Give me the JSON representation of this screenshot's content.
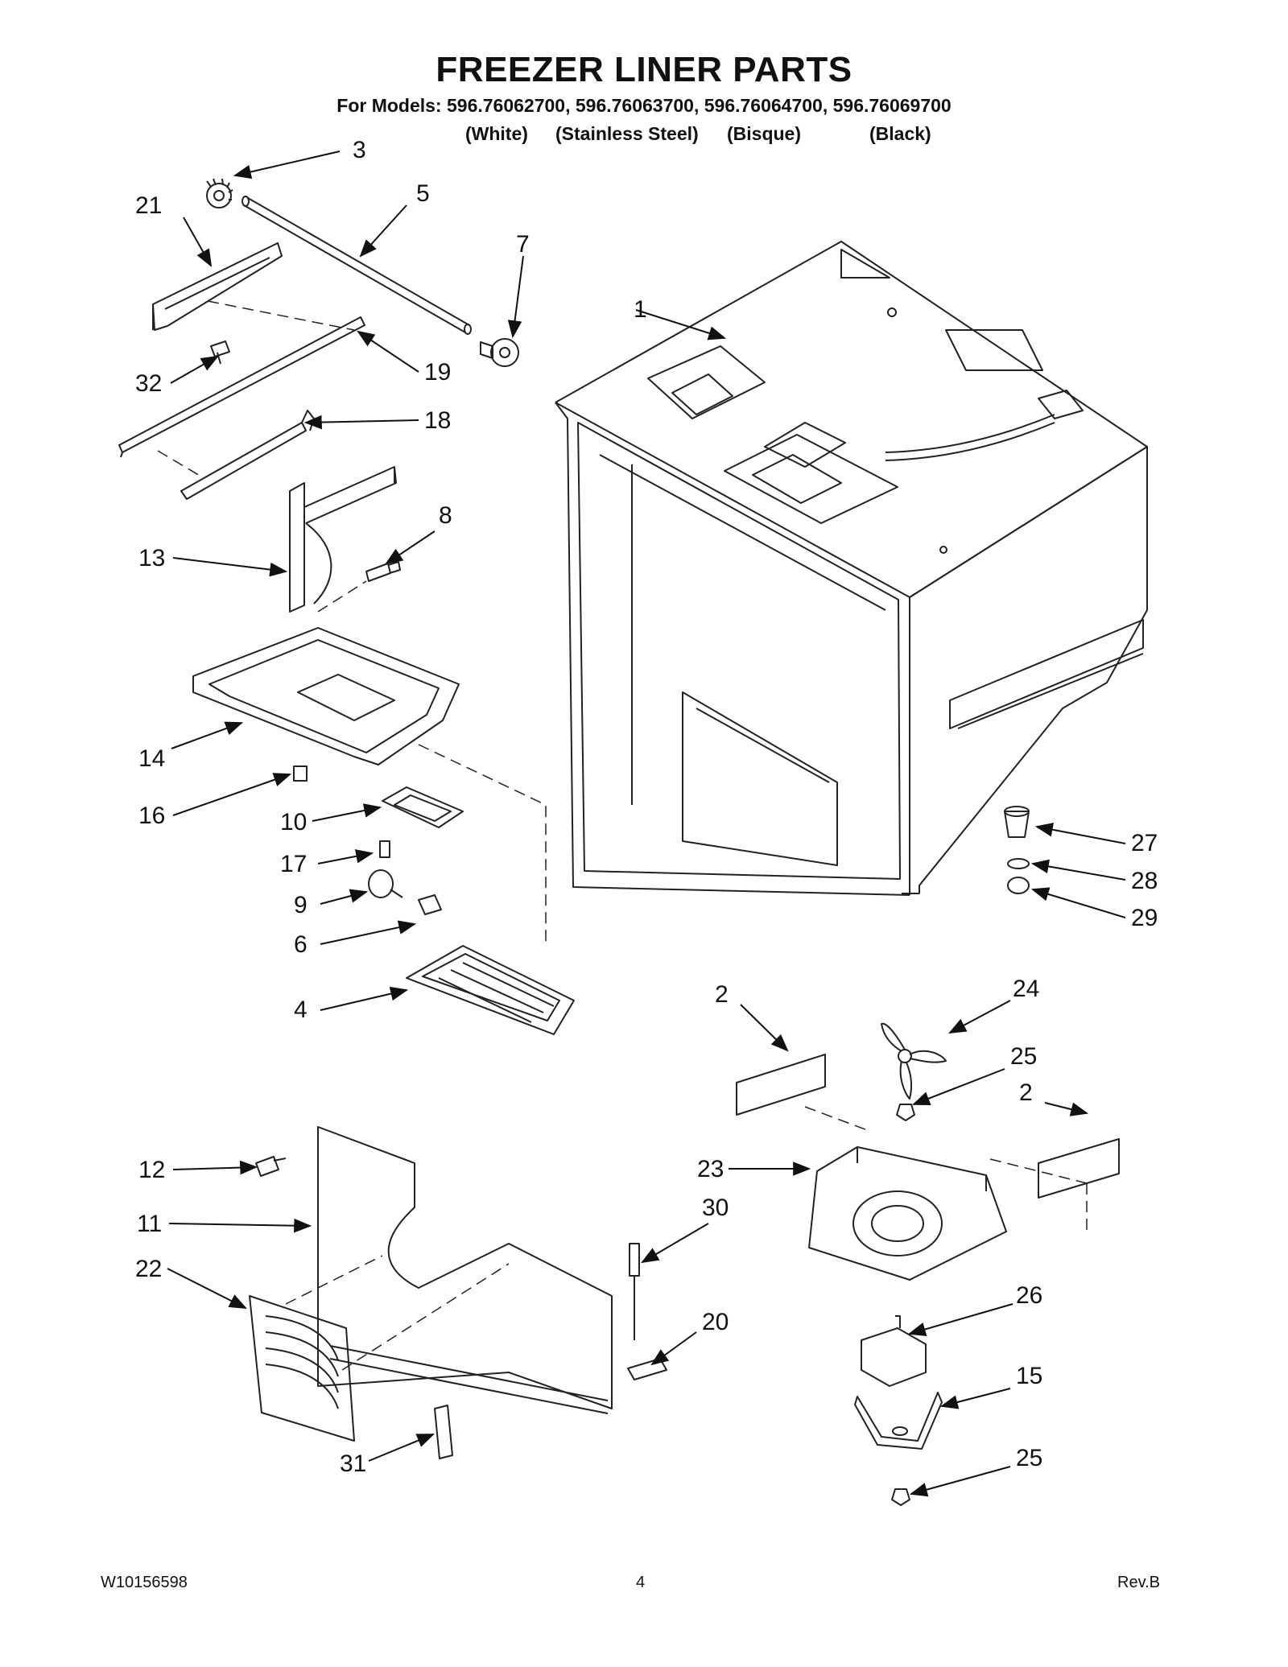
{
  "header": {
    "title": "FREEZER LINER PARTS",
    "models": "For Models: 596.76062700, 596.76063700, 596.76064700, 596.76069700",
    "finishes": [
      "(White)",
      "(Stainless Steel)",
      "(Bisque)",
      "(Black)"
    ]
  },
  "callouts": [
    "1",
    "2",
    "2",
    "3",
    "4",
    "5",
    "6",
    "7",
    "8",
    "9",
    "10",
    "11",
    "12",
    "13",
    "14",
    "15",
    "16",
    "17",
    "18",
    "19",
    "20",
    "21",
    "22",
    "23",
    "24",
    "25",
    "25",
    "26",
    "27",
    "28",
    "29",
    "30",
    "31",
    "32"
  ],
  "footer": {
    "doc_number": "W10156598",
    "page_number": "4",
    "revision": "Rev.B"
  }
}
